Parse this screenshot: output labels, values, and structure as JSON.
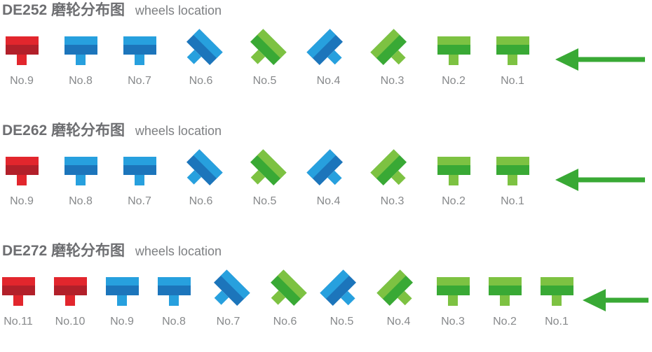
{
  "palette": {
    "red_light": "#e2262d",
    "red_dark": "#b2202a",
    "blue_light": "#27a0de",
    "blue_dark": "#1c75bb",
    "green_light": "#7dc242",
    "green_dark": "#39a935",
    "arrow_green": "#39a935",
    "title_gray": "#6d6e71",
    "subtitle_gray": "#7d7f82",
    "label_gray": "#87898b"
  },
  "rows": [
    {
      "model": "DE252",
      "title_zh": "磨轮分布图",
      "title_en": "wheels location",
      "arrow": {
        "direction": "left",
        "length": "long"
      },
      "wheels": [
        {
          "label": "No.9",
          "color": "red",
          "tilt": "none"
        },
        {
          "label": "No.8",
          "color": "blue",
          "tilt": "none"
        },
        {
          "label": "No.7",
          "color": "blue",
          "tilt": "none"
        },
        {
          "label": "No.6",
          "color": "blue",
          "tilt": "cw"
        },
        {
          "label": "No.5",
          "color": "green",
          "tilt": "cw"
        },
        {
          "label": "No.4",
          "color": "blue",
          "tilt": "ccw"
        },
        {
          "label": "No.3",
          "color": "green",
          "tilt": "ccw"
        },
        {
          "label": "No.2",
          "color": "green",
          "tilt": "none"
        },
        {
          "label": "No.1",
          "color": "green",
          "tilt": "none"
        }
      ]
    },
    {
      "model": "DE262",
      "title_zh": "磨轮分布图",
      "title_en": "wheels location",
      "arrow": {
        "direction": "left",
        "length": "long"
      },
      "wheels": [
        {
          "label": "No.9",
          "color": "red",
          "tilt": "none"
        },
        {
          "label": "No.8",
          "color": "blue",
          "tilt": "none"
        },
        {
          "label": "No.7",
          "color": "blue",
          "tilt": "none"
        },
        {
          "label": "No.6",
          "color": "blue",
          "tilt": "cw"
        },
        {
          "label": "No.5",
          "color": "green",
          "tilt": "cw"
        },
        {
          "label": "No.4",
          "color": "blue",
          "tilt": "ccw"
        },
        {
          "label": "No.3",
          "color": "green",
          "tilt": "ccw"
        },
        {
          "label": "No.2",
          "color": "green",
          "tilt": "none"
        },
        {
          "label": "No.1",
          "color": "green",
          "tilt": "none"
        }
      ]
    },
    {
      "model": "DE272",
      "title_zh": "磨轮分布图",
      "title_en": "wheels location",
      "arrow": {
        "direction": "left",
        "length": "short"
      },
      "wheels": [
        {
          "label": "No.11",
          "color": "red",
          "tilt": "none"
        },
        {
          "label": "No.10",
          "color": "red",
          "tilt": "none"
        },
        {
          "label": "No.9",
          "color": "blue",
          "tilt": "none"
        },
        {
          "label": "No.8",
          "color": "blue",
          "tilt": "none"
        },
        {
          "label": "No.7",
          "color": "blue",
          "tilt": "cw"
        },
        {
          "label": "No.6",
          "color": "green",
          "tilt": "cw"
        },
        {
          "label": "No.5",
          "color": "blue",
          "tilt": "ccw"
        },
        {
          "label": "No.4",
          "color": "green",
          "tilt": "ccw"
        },
        {
          "label": "No.3",
          "color": "green",
          "tilt": "none"
        },
        {
          "label": "No.2",
          "color": "green",
          "tilt": "none"
        },
        {
          "label": "No.1",
          "color": "green",
          "tilt": "none"
        }
      ]
    }
  ]
}
